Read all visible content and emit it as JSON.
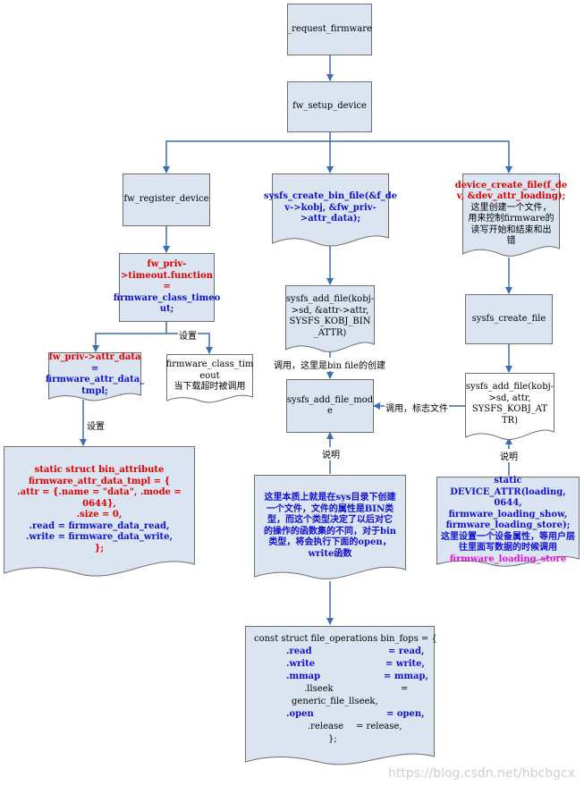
{
  "nodes": {
    "request_firmware": "_request_firmware",
    "fw_setup_device": "fw_setup_device",
    "fw_register_device": "fw_register_device",
    "create_bin_file": {
      "l1": "sysfs_create_bin_file(&f_de",
      "l2": "v->kobj, &fw_priv-",
      "l3": ">attr_data);"
    },
    "device_create_file": {
      "l1": "device_create_file(f_de",
      "l2": "v, &dev_attr_loading);",
      "l3": "这里创建一个文件，",
      "l4": "用来控制firmware的",
      "l5": "读写开始和结束和出",
      "l6": "错"
    },
    "timeout_function": {
      "l1": "fw_priv-",
      "l2": ">timeout.function =",
      "l3": "firmware_class_timeo",
      "l4": "ut;"
    },
    "sysfs_add_file_bin": {
      "l1": "sysfs_add_file(kobj-",
      "l2": ">sd, &attr->attr,",
      "l3": "SYSFS_KOBJ_BIN",
      "l4": "_ATTR)"
    },
    "sysfs_create_file": "sysfs_create_file",
    "attr_data": {
      "l1": "fw_priv->attr_data",
      "l2": "= firmware_attr_data_",
      "l3": "tmpl;"
    },
    "class_timeout": {
      "l1": "firmware_class_tim",
      "l2": "eout",
      "l3": "当下载超时被调用"
    },
    "sysfs_add_file_mode": {
      "l1": "sysfs_add_file_mod",
      "l2": "e"
    },
    "sysfs_add_file_attr": {
      "l1": "sysfs_add_file(kobj-",
      "l2": ">sd, attr,",
      "l3": "SYSFS_KOBJ_AT",
      "l4": "TR)"
    },
    "bin_attribute": {
      "l1": "static struct bin_attribute",
      "l2": "firmware_attr_data_tmpl = {",
      "l3": ".attr = {.name = \"data\", .mode =",
      "l4": "0644},",
      "l5": ".size = 0,",
      "l6": ".read = firmware_data_read,",
      "l7": ".write = firmware_data_write,",
      "l8": "};"
    },
    "sys_explain": {
      "l1": "这里本质上就是在sys目录下创建",
      "l2": "一个文件，文件的属性是BIN类",
      "l3": "型，而这个类型决定了以后对它",
      "l4": "的操作的函数集的不同，对于bin",
      "l5": "类型，将会执行下面的open，",
      "l6": "write函数"
    },
    "device_attr": {
      "l1": "static DEVICE_ATTR(loading,",
      "l2": "0644, firmware_loading_show,",
      "l3": "firmware_loading_store);",
      "l4": "这里设置一个设备属性，等用户层",
      "l5": "往里面写数据的时候调用",
      "l6": "firmware_loading_store"
    },
    "bin_fops": {
      "header": "const struct file_operations bin_fops = {",
      "read_k": ".read",
      "read_v": "= read,",
      "write_k": ".write",
      "write_v": "= write,",
      "mmap_k": ".mmap",
      "mmap_v": "= mmap,",
      "llseek_k": ".llseek",
      "llseek_v": "=",
      "llseek_cont": "generic_file_llseek,",
      "open_k": ".open",
      "open_v": "= open,",
      "release_k": ".release",
      "release_v": "= release,",
      "end": "};"
    }
  },
  "labels": {
    "set1": "设置",
    "set2": "设置",
    "call_bin": "调用，这里是bin file的创建",
    "call_flag": "调用，标志文件",
    "explain1": "说明",
    "explain2": "说明"
  },
  "watermark": "https://blog.csdn.net/hbcbgcx",
  "colors": {
    "box_fill": "#dbe5f1",
    "arrow": "#3c6fb0",
    "keyword_red": "#e00000",
    "keyword_blue": "#1010d0",
    "highlight_magenta": "#e010d8"
  }
}
